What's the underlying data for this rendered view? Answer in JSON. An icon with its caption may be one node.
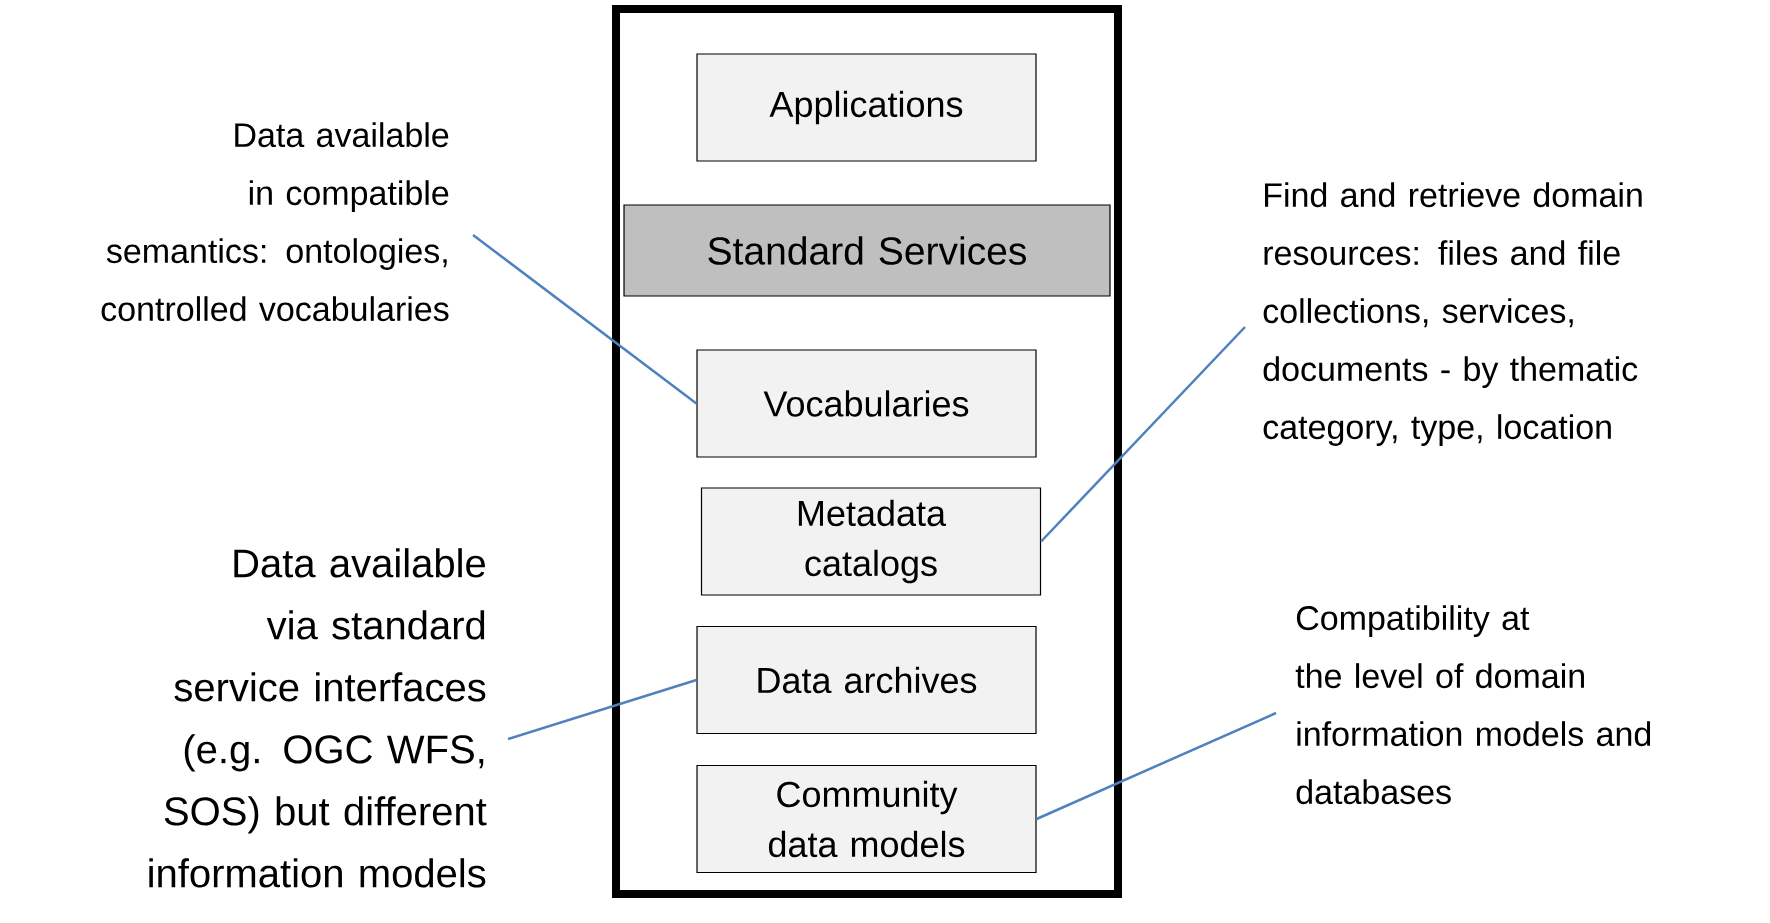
{
  "diagram": {
    "nodes": [
      {
        "text": [],
        "shape": "box"
      },
      {
        "text": [
          "Applications"
        ],
        "in": 0
      },
      {
        "text": [
          "Standard Services"
        ],
        "in": 0
      },
      {
        "text": [
          "Vocabularies"
        ],
        "in": 0
      },
      {
        "text": [
          "Metadata catalogs"
        ],
        "in": 0
      },
      {
        "text": [
          "Data archives"
        ],
        "in": 0
      },
      {
        "text": [
          "Community data models"
        ],
        "in": 0
      },
      {
        "text": [
          "Data available in compatible semantics: ontologies, controlled vocabularies"
        ]
      },
      {
        "text": [
          "Find and retrieve domain resources: files and file collections, services, documents - by thematic category, type, location"
        ]
      },
      {
        "text": [
          "Data available via standard service interfaces (e.g. OGC WFS, SOS) but different information models"
        ]
      },
      {
        "text": [
          "Compatibility at the level of domain information models and  databases"
        ]
      }
    ],
    "edges": [
      {
        "from": 7,
        "to": 3,
        "arrow": "none"
      },
      {
        "from": 8,
        "to": 4,
        "arrow": "none"
      },
      {
        "from": 9,
        "to": 5,
        "arrow": "none"
      },
      {
        "from": 10,
        "to": 6,
        "arrow": "none"
      }
    ]
  }
}
